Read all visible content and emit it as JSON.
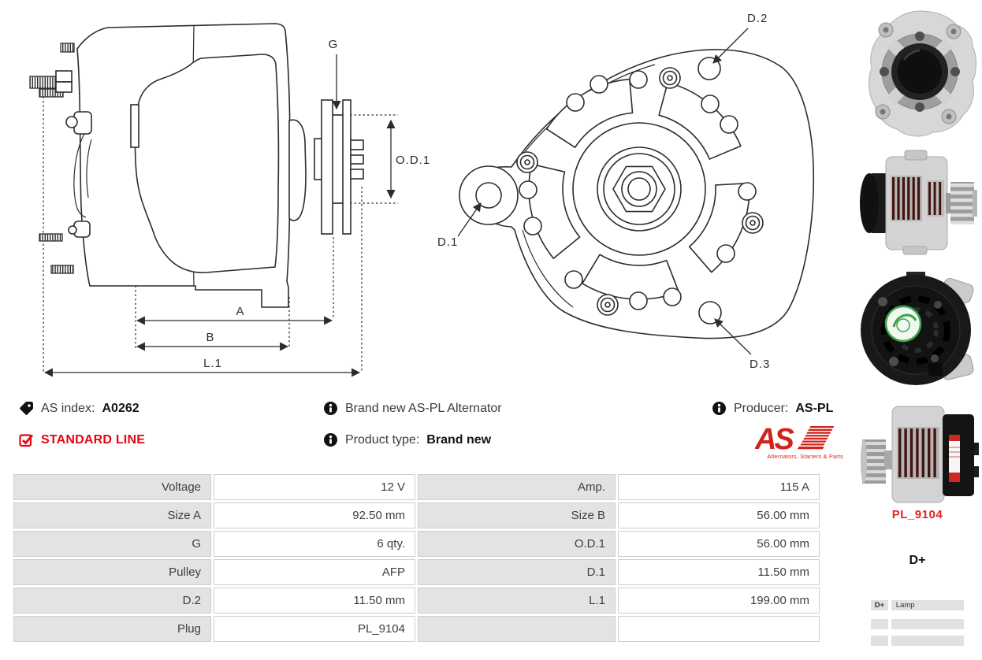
{
  "colors": {
    "accent_red": "#e30613",
    "logo_red": "#d0231c",
    "line_color": "#2c2c2c",
    "table_label_bg": "#e3e3e3",
    "table_border": "#cfcfcf"
  },
  "drawings": {
    "side_view": {
      "labels": {
        "g": "G",
        "od1": "O.D.1",
        "a": "A",
        "b": "B",
        "l1": "L.1"
      }
    },
    "front_view": {
      "labels": {
        "d1": "D.1",
        "d2": "D.2",
        "d3": "D.3"
      }
    }
  },
  "info": {
    "as_index_label": "AS index:",
    "as_index_value": "A0262",
    "standard_line": "STANDARD LINE",
    "description": "Brand new AS-PL Alternator",
    "product_type_label": "Product type:",
    "product_type_value": "Brand new",
    "producer_label": "Producer:",
    "producer_value": "AS-PL"
  },
  "logo": {
    "text": "AS",
    "tagline": "Alternators, Starters & Parts"
  },
  "icons": {
    "tag": "tag-icon",
    "info": "info-icon",
    "checkbox": "checkbox-checked-icon"
  },
  "spec_table": {
    "rows": [
      {
        "l1": "Voltage",
        "v1": "12 V",
        "l2": "Amp.",
        "v2": "115 A"
      },
      {
        "l1": "Size A",
        "v1": "92.50 mm",
        "l2": "Size B",
        "v2": "56.00 mm"
      },
      {
        "l1": "G",
        "v1": "6 qty.",
        "l2": "O.D.1",
        "v2": "56.00 mm"
      },
      {
        "l1": "Pulley",
        "v1": "AFP",
        "l2": "D.1",
        "v2": "11.50 mm"
      },
      {
        "l1": "D.2",
        "v1": "11.50 mm",
        "l2": "L.1",
        "v2": "199.00 mm"
      },
      {
        "l1": "Plug",
        "v1": "PL_9104",
        "l2": "",
        "v2": ""
      }
    ]
  },
  "sidebar": {
    "plug_code": "PL_9104",
    "terminal": "D+",
    "connector_table": {
      "col1": "D+",
      "col2": "Lamp"
    }
  }
}
